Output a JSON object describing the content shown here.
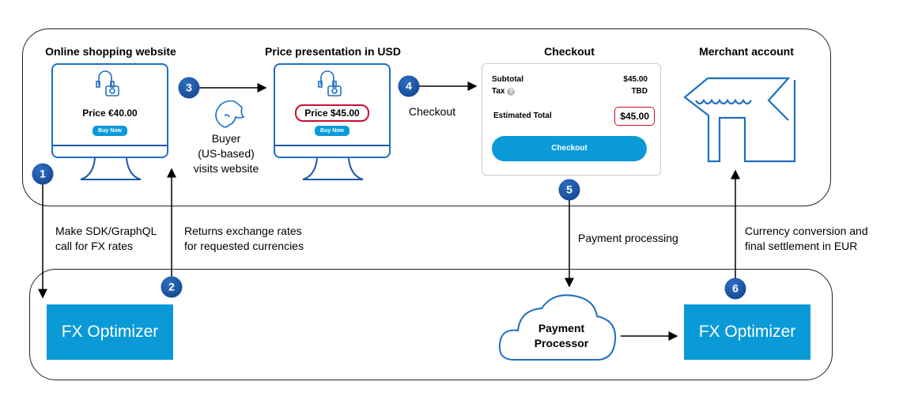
{
  "sections": {
    "online_shop": "Online shopping website",
    "price_usd": "Price presentation in USD",
    "checkout": "Checkout",
    "merchant": "Merchant account"
  },
  "monitor1": {
    "price": "Price €40.00",
    "button": "Buy Now"
  },
  "monitor2": {
    "price": "Price $45.00",
    "button": "Buy Now"
  },
  "buyer": {
    "line1": "Buyer",
    "line2": "(US-based)",
    "line3": "visits website"
  },
  "checkout_label": "Checkout",
  "checkout_card": {
    "subtotal_label": "Subtotal",
    "subtotal_value": "$45.00",
    "tax_label": "Tax",
    "tax_help": "?",
    "tax_value": "TBD",
    "total_label": "Estimated Total",
    "total_value": "$45.00",
    "button": "Checkout"
  },
  "steps": [
    "1",
    "2",
    "3",
    "4",
    "5",
    "6"
  ],
  "edges": {
    "step1": {
      "line1": "Make SDK/GraphQL",
      "line2": "call for FX rates"
    },
    "step2": {
      "line1": "Returns exchange rates",
      "line2": "for requested currencies"
    },
    "step5": "Payment processing",
    "step6": {
      "line1": "Currency conversion and",
      "line2": "final settlement in EUR"
    }
  },
  "fx_left": "FX Optimizer",
  "fx_right": "FX Optimizer",
  "payment_processor": {
    "line1": "Payment",
    "line2": "Processor"
  },
  "colors": {
    "accent": "#0a9ad8",
    "badge": "#0d3f8a",
    "highlight": "#c8102e"
  }
}
